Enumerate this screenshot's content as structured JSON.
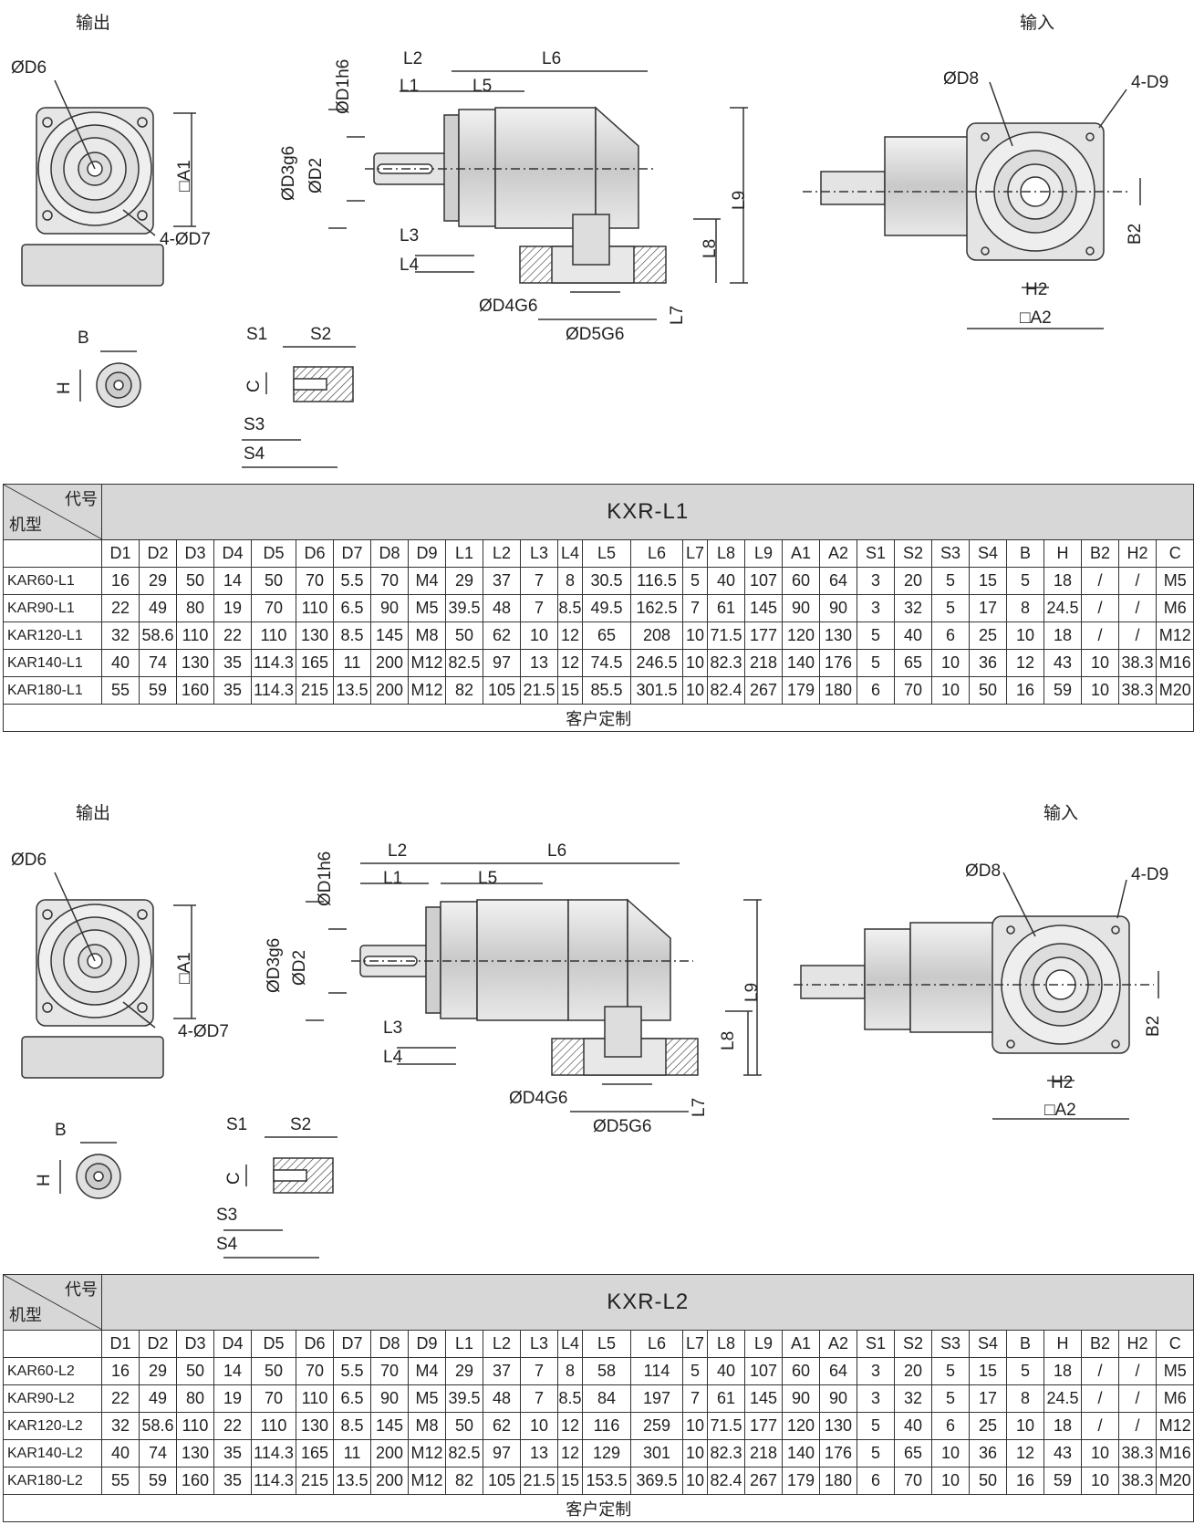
{
  "labels": {
    "output": "输出",
    "input": "输入"
  },
  "dims": {
    "D6": "ØD6",
    "A1": "□A1",
    "D7": "4-ØD7",
    "D1": "ØD1h6",
    "D3": "ØD3g6",
    "D2": "ØD2",
    "L1": "L1",
    "L2": "L2",
    "L3": "L3",
    "L4": "L4",
    "L5": "L5",
    "L6": "L6",
    "L7": "L7",
    "L8": "L8",
    "L9": "L9",
    "D4": "ØD4G6",
    "D5": "ØD5G6",
    "D8": "ØD8",
    "D9": "4-D9",
    "B2": "B2",
    "H2": "H2",
    "A2": "□A2",
    "B": "B",
    "H": "H",
    "S1": "S1",
    "S2": "S2",
    "S3": "S3",
    "S4": "S4",
    "C": "C"
  },
  "corner": {
    "code": "代号",
    "model": "机型"
  },
  "columns": [
    "D1",
    "D2",
    "D3",
    "D4",
    "D5",
    "D6",
    "D7",
    "D8",
    "D9",
    "L1",
    "L2",
    "L3",
    "L4",
    "L5",
    "L6",
    "L7",
    "L8",
    "L9",
    "A1",
    "A2",
    "S1",
    "S2",
    "S3",
    "S4",
    "B",
    "H",
    "B2",
    "H2",
    "C"
  ],
  "tables": [
    {
      "series": "KXR-L1",
      "rows": [
        {
          "model": "KAR60-L1",
          "values": [
            "16",
            "29",
            "50",
            "14",
            "50",
            "70",
            "5.5",
            "70",
            "M4",
            "29",
            "37",
            "7",
            "8",
            "30.5",
            "116.5",
            "5",
            "40",
            "107",
            "60",
            "64",
            "3",
            "20",
            "5",
            "15",
            "5",
            "18",
            "/",
            "/",
            "M5"
          ]
        },
        {
          "model": "KAR90-L1",
          "values": [
            "22",
            "49",
            "80",
            "19",
            "70",
            "110",
            "6.5",
            "90",
            "M5",
            "39.5",
            "48",
            "7",
            "8.5",
            "49.5",
            "162.5",
            "7",
            "61",
            "145",
            "90",
            "90",
            "3",
            "32",
            "5",
            "17",
            "8",
            "24.5",
            "/",
            "/",
            "M6"
          ]
        },
        {
          "model": "KAR120-L1",
          "values": [
            "32",
            "58.6",
            "110",
            "22",
            "110",
            "130",
            "8.5",
            "145",
            "M8",
            "50",
            "62",
            "10",
            "12",
            "65",
            "208",
            "10",
            "71.5",
            "177",
            "120",
            "130",
            "5",
            "40",
            "6",
            "25",
            "10",
            "18",
            "/",
            "/",
            "M12"
          ]
        },
        {
          "model": "KAR140-L1",
          "values": [
            "40",
            "74",
            "130",
            "35",
            "114.3",
            "165",
            "11",
            "200",
            "M12",
            "82.5",
            "97",
            "13",
            "12",
            "74.5",
            "246.5",
            "10",
            "82.3",
            "218",
            "140",
            "176",
            "5",
            "65",
            "10",
            "36",
            "12",
            "43",
            "10",
            "38.3",
            "M16"
          ]
        },
        {
          "model": "KAR180-L1",
          "values": [
            "55",
            "59",
            "160",
            "35",
            "114.3",
            "215",
            "13.5",
            "200",
            "M12",
            "82",
            "105",
            "21.5",
            "15",
            "85.5",
            "301.5",
            "10",
            "82.4",
            "267",
            "179",
            "180",
            "6",
            "70",
            "10",
            "50",
            "16",
            "59",
            "10",
            "38.3",
            "M20"
          ]
        }
      ],
      "footer": "客户定制"
    },
    {
      "series": "KXR-L2",
      "rows": [
        {
          "model": "KAR60-L2",
          "values": [
            "16",
            "29",
            "50",
            "14",
            "50",
            "70",
            "5.5",
            "70",
            "M4",
            "29",
            "37",
            "7",
            "8",
            "58",
            "114",
            "5",
            "40",
            "107",
            "60",
            "64",
            "3",
            "20",
            "5",
            "15",
            "5",
            "18",
            "/",
            "/",
            "M5"
          ]
        },
        {
          "model": "KAR90-L2",
          "values": [
            "22",
            "49",
            "80",
            "19",
            "70",
            "110",
            "6.5",
            "90",
            "M5",
            "39.5",
            "48",
            "7",
            "8.5",
            "84",
            "197",
            "7",
            "61",
            "145",
            "90",
            "90",
            "3",
            "32",
            "5",
            "17",
            "8",
            "24.5",
            "/",
            "/",
            "M6"
          ]
        },
        {
          "model": "KAR120-L2",
          "values": [
            "32",
            "58.6",
            "110",
            "22",
            "110",
            "130",
            "8.5",
            "145",
            "M8",
            "50",
            "62",
            "10",
            "12",
            "116",
            "259",
            "10",
            "71.5",
            "177",
            "120",
            "130",
            "5",
            "40",
            "6",
            "25",
            "10",
            "18",
            "/",
            "/",
            "M12"
          ]
        },
        {
          "model": "KAR140-L2",
          "values": [
            "40",
            "74",
            "130",
            "35",
            "114.3",
            "165",
            "11",
            "200",
            "M12",
            "82.5",
            "97",
            "13",
            "12",
            "129",
            "301",
            "10",
            "82.3",
            "218",
            "140",
            "176",
            "5",
            "65",
            "10",
            "36",
            "12",
            "43",
            "10",
            "38.3",
            "M16"
          ]
        },
        {
          "model": "KAR180-L2",
          "values": [
            "55",
            "59",
            "160",
            "35",
            "114.3",
            "215",
            "13.5",
            "200",
            "M12",
            "82",
            "105",
            "21.5",
            "15",
            "153.5",
            "369.5",
            "10",
            "82.4",
            "267",
            "179",
            "180",
            "6",
            "70",
            "10",
            "50",
            "16",
            "59",
            "10",
            "38.3",
            "M20"
          ]
        }
      ],
      "footer": "客户定制"
    }
  ]
}
